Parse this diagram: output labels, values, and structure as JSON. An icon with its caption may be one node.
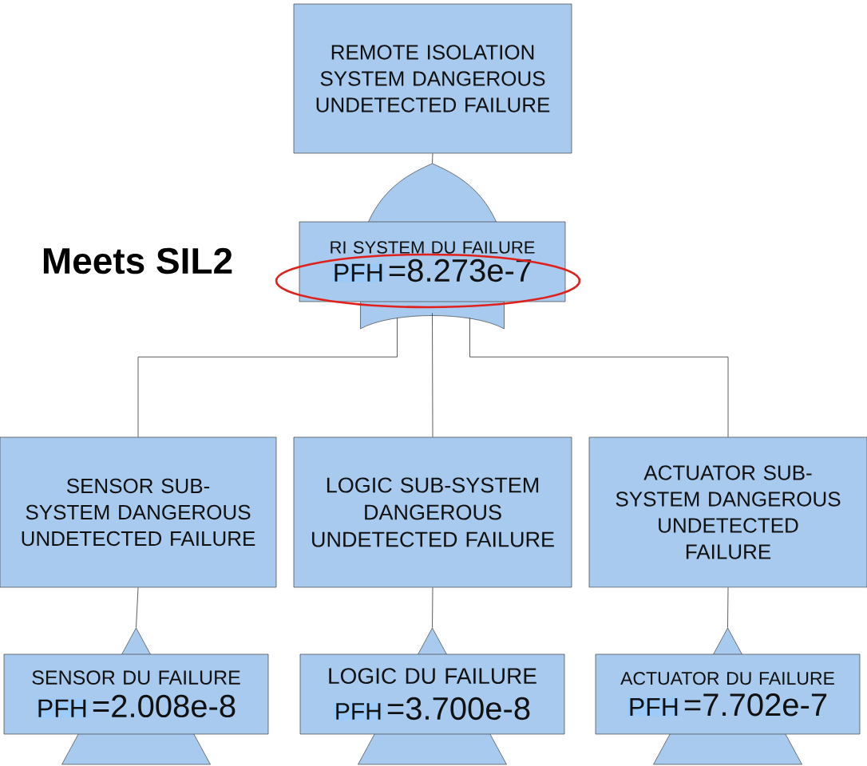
{
  "diagram": {
    "nodes": [
      {
        "text": [
          "REMOTE ISOLATION SYSTEM DANGEROUS UNDETECTED FAILURE"
        ]
      },
      {
        "text": [
          "RI SYSTEM DU FAILURE",
          "PFH",
          "=8.273e-7"
        ]
      },
      {
        "text": [
          "SENSOR SUB-SYSTEM DANGEROUS UNDETECTED FAILURE"
        ]
      },
      {
        "text": [
          "LOGIC SUB-SYSTEM DANGEROUS UNDETECTED FAILURE"
        ]
      },
      {
        "text": [
          "ACTUATOR SUB-SYSTEM DANGEROUS UNDETECTED FAILURE"
        ]
      },
      {
        "text": [
          "SENSOR DU FAILURE",
          "PFH",
          "=2.008e-8"
        ]
      },
      {
        "text": [
          "LOGIC DU FAILURE",
          "PFH",
          "=3.700e-8"
        ]
      },
      {
        "text": [
          "ACTUATOR DU FAILURE",
          "PFH",
          "=7.702e-7"
        ]
      }
    ],
    "edges": [
      {
        "from": 0,
        "to": 1,
        "arrow": "none"
      },
      {
        "from": 1,
        "to": 2,
        "arrow": "none"
      },
      {
        "from": 1,
        "to": 3,
        "arrow": "none"
      },
      {
        "from": 1,
        "to": 4,
        "arrow": "none"
      },
      {
        "from": 2,
        "to": 5,
        "arrow": "none"
      },
      {
        "from": 3,
        "to": 6,
        "arrow": "none"
      },
      {
        "from": 4,
        "to": 7,
        "arrow": "none"
      }
    ],
    "labels": [
      "Meets SIL2"
    ]
  }
}
